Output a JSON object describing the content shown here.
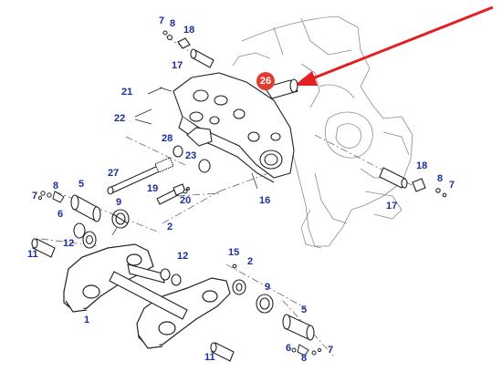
{
  "colors": {
    "label": "#1a2f9e",
    "line": "#333333",
    "faint": "#9a9a9a",
    "highlight_badge": "#e03c31",
    "arrow": "#e32020"
  },
  "highlight": {
    "number": "26"
  },
  "callouts": [
    {
      "id": "c7a",
      "text": "7"
    },
    {
      "id": "c8a",
      "text": "8"
    },
    {
      "id": "c18a",
      "text": "18"
    },
    {
      "id": "c17a",
      "text": "17"
    },
    {
      "id": "c21",
      "text": "21"
    },
    {
      "id": "c22",
      "text": "22"
    },
    {
      "id": "c28",
      "text": "28"
    },
    {
      "id": "c23",
      "text": "23"
    },
    {
      "id": "c27",
      "text": "27"
    },
    {
      "id": "c19",
      "text": "19"
    },
    {
      "id": "c20",
      "text": "20"
    },
    {
      "id": "c16",
      "text": "16"
    },
    {
      "id": "c7b",
      "text": "7"
    },
    {
      "id": "c8b",
      "text": "8"
    },
    {
      "id": "c6a",
      "text": "6"
    },
    {
      "id": "c5a",
      "text": "5"
    },
    {
      "id": "c9a",
      "text": "9"
    },
    {
      "id": "c2a",
      "text": "2"
    },
    {
      "id": "c12a",
      "text": "12"
    },
    {
      "id": "c11a",
      "text": "11"
    },
    {
      "id": "c12b",
      "text": "12"
    },
    {
      "id": "c15",
      "text": "15"
    },
    {
      "id": "c2b",
      "text": "2"
    },
    {
      "id": "c1",
      "text": "1"
    },
    {
      "id": "c9b",
      "text": "9"
    },
    {
      "id": "c5b",
      "text": "5"
    },
    {
      "id": "c6b",
      "text": "6"
    },
    {
      "id": "c8c",
      "text": "8"
    },
    {
      "id": "c7c",
      "text": "7"
    },
    {
      "id": "c11b",
      "text": "11"
    },
    {
      "id": "c18b",
      "text": "18"
    },
    {
      "id": "c8d",
      "text": "8"
    },
    {
      "id": "c7d",
      "text": "7"
    },
    {
      "id": "c17b",
      "text": "17"
    }
  ]
}
